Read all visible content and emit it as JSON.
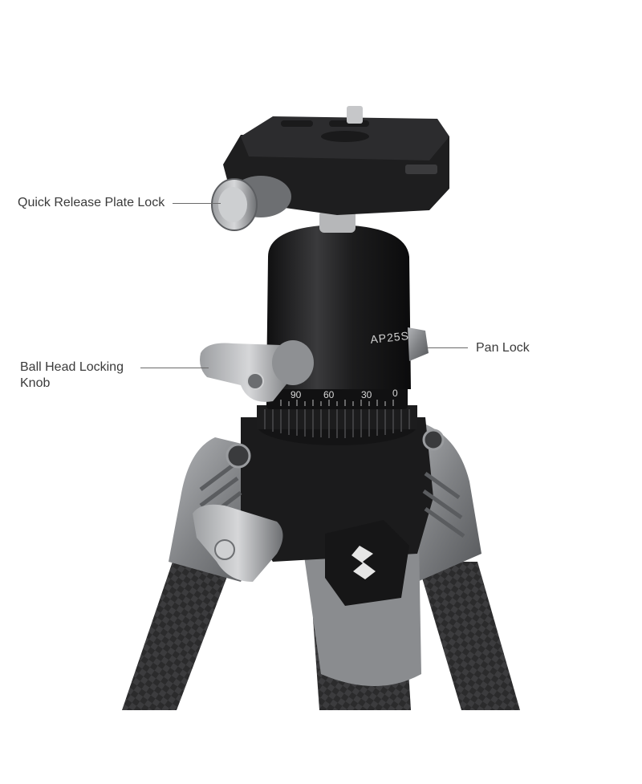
{
  "callouts": {
    "quick_release_plate_lock": "Quick Release Plate Lock",
    "ball_head_locking_knob_line1": "Ball Head Locking",
    "ball_head_locking_knob_line2": "Knob",
    "pan_lock": "Pan Lock"
  },
  "ball_head": {
    "brand_text": "AP25S",
    "dial_marks": [
      "90",
      "60",
      "30",
      "0"
    ]
  },
  "colors": {
    "background": "#ffffff",
    "body_black": "#1b1b1c",
    "metal_grey": "#7d7f82",
    "carbon_dark": "#2a2a2b",
    "label_text": "#3a3a3a"
  }
}
